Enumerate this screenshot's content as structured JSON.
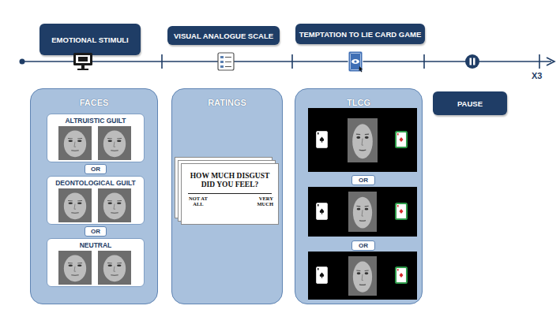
{
  "diagram": {
    "nodes": [
      {
        "text": [
          "EMOTIONAL STIMULI"
        ]
      },
      {
        "text": [
          "VISUAL ANALOGUE SCALE"
        ]
      },
      {
        "text": [
          "TEMPTATION TO LIE CARD GAME"
        ]
      },
      {
        "text": [
          "PAUSE"
        ]
      },
      {
        "text": [
          "FACES"
        ]
      },
      {
        "text": [
          "ALTRUISTIC GUILT"
        ],
        "in": 4
      },
      {
        "text": [
          "OR"
        ],
        "in": 4
      },
      {
        "text": [
          "DEONTOLOGICAL GUILT"
        ],
        "in": 4
      },
      {
        "text": [
          "OR"
        ],
        "in": 4
      },
      {
        "text": [
          "NEUTRAL"
        ],
        "in": 4
      },
      {
        "text": [
          "RATINGS"
        ]
      },
      {
        "text": [
          "HOW MUCH DISGUST DID YOU FEEL?",
          "NOT AT ALL",
          "VERY MUCH"
        ],
        "in": 10
      },
      {
        "text": [
          "TLCG"
        ]
      },
      {
        "text": [
          "OR"
        ],
        "in": 12
      },
      {
        "text": [
          "OR"
        ],
        "in": 12
      }
    ],
    "labels": [
      "X3"
    ]
  }
}
